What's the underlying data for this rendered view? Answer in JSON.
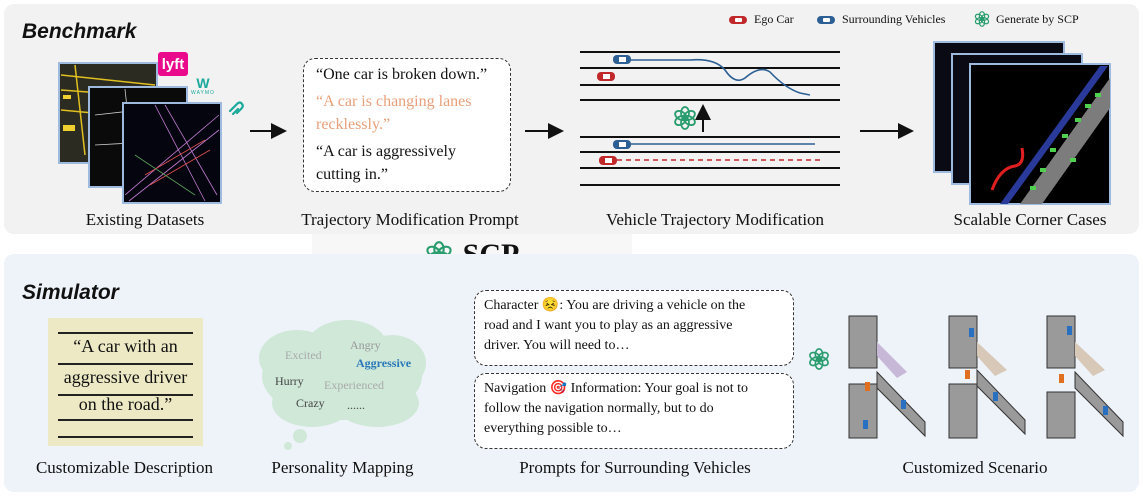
{
  "benchmark": {
    "title": "Benchmark",
    "legend": {
      "ego": "Ego Car",
      "surrounding": "Surrounding Vehicles",
      "generate": "Generate by SCP"
    },
    "logos": {
      "lyft": "lyft",
      "waymo": "WAYMO"
    },
    "prompt": {
      "line1": "“One car is broken down.”",
      "line2a": "“A car is changing lanes",
      "line2b": "recklessly.”",
      "line3a": "“A car is aggressively",
      "line3b": "cutting in.”"
    },
    "captions": {
      "datasets": "Existing Datasets",
      "prompt": "Trajectory Modification Prompt",
      "modification": "Vehicle Trajectory Modification",
      "corner": "Scalable Corner Cases"
    },
    "colors": {
      "accent_orange": "#e8a07a",
      "ego_red": "#c0282a",
      "surround_blue": "#2c5f93"
    }
  },
  "scp": {
    "label": "SCP"
  },
  "simulator": {
    "title": "Simulator",
    "description": {
      "line1": "“A car with an",
      "line2": "aggressive driver",
      "line3": "on the road.”"
    },
    "personality": {
      "angry": "Angry",
      "excited": "Excited",
      "aggressive": "Aggressive",
      "hurry": "Hurry",
      "experienced": "Experienced",
      "crazy": "Crazy",
      "ellipsis": "......"
    },
    "prompts": {
      "character": {
        "line1": "Character 😣: You are driving a vehicle on the",
        "line2": "road and I want you to play as an aggressive",
        "line3": "driver. You will need to…"
      },
      "navigation": {
        "line1": "Navigation 🎯 Information: Your goal is not to",
        "line2": "follow the navigation normally, but to do",
        "line3": "everything possible to…"
      }
    },
    "captions": {
      "description": "Customizable Description",
      "personality": "Personality Mapping",
      "prompts": "Prompts for Surrounding Vehicles",
      "scenario": "Customized Scenario"
    }
  }
}
